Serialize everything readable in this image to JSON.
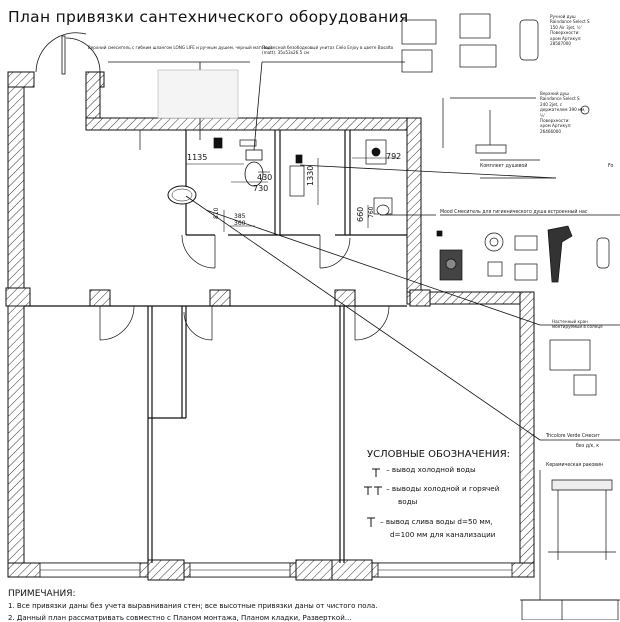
{
  "title": "План привязки сантехнического оборудования",
  "dimensions": {
    "d1135": "1135",
    "d430": "430",
    "d730": "730",
    "d1330": "1330",
    "d792": "792",
    "d660": "660",
    "d385": "385",
    "d360": "360",
    "d810": "810",
    "d760": "760"
  },
  "callouts": {
    "mixer_long_life": "Верхний смеситель с гибким шлангом LONG LIFE и ручным душем, черный матовый",
    "toilet": "Подвесной безободковый унитаз Cielo Enjoy в цвете Basalto (matt). 35х53х26.5 см",
    "hand_shower": [
      "Ручной душ",
      "Raindance Select S",
      "150 Air 3jet, ½'",
      "Поверхности:",
      "хром Артикул:",
      "28587000"
    ],
    "top_shower": [
      "Верхний душ",
      "Raindance Select S",
      "240 2jet, с",
      "держателем 390 мм,",
      "½'",
      "Поверхности:",
      "хром     Артикул:",
      "26466000"
    ],
    "shower_set": "Комплект душевой",
    "shower_set_cut": "Fo",
    "hygienic_mixer": "Mood Смеситель для гигиенического душа встроенный нас",
    "wall_mount": [
      "Настенный кран",
      "монтируемый в солнце"
    ],
    "tricolore": "Tricolore Verde Смесит",
    "tricolore_sub": "без д/к, к",
    "ceramic_sink": "Керамическая раковин"
  },
  "legend": {
    "title": "УСЛОВНЫЕ ОБОЗНАЧЕНИЯ:",
    "items": [
      "– вывод холодной воды",
      "– выводы холодной  и горячей",
      "воды",
      "– вывод слива воды d=50 мм,",
      "d=100 мм  для канализации"
    ]
  },
  "notes": {
    "title": "ПРИМЕЧАНИЯ:",
    "items": [
      "1.  Все привязки даны без учета выравнивания стен; все высотные привязки даны от чистого пола.",
      "2.  Данный план рассматривать совместно с Планом монтажа, Планом кладки, Разверткой..."
    ]
  }
}
